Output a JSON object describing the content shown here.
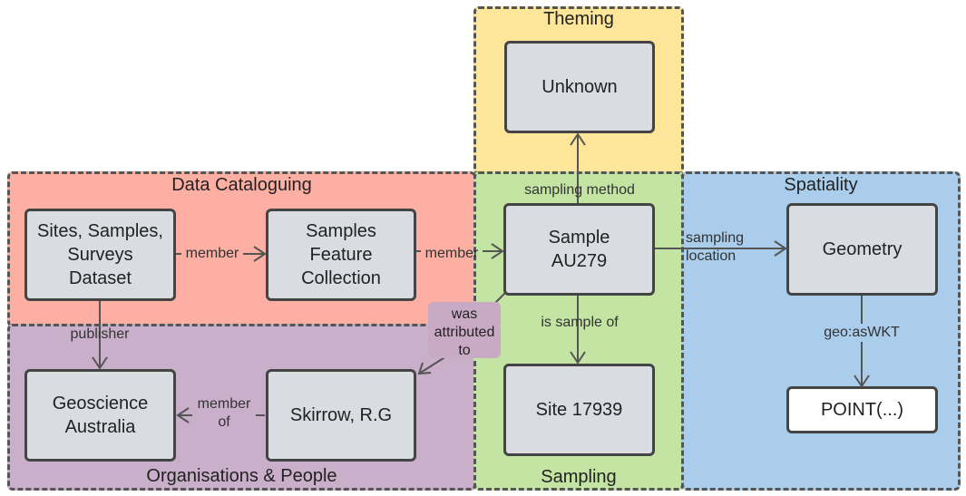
{
  "regions": {
    "theming": {
      "title": "Theming",
      "color": "#fde59a"
    },
    "data_cataloguing": {
      "title": "Data Cataloguing",
      "color": "#fdafa3"
    },
    "organisations": {
      "title": "Organisations & People",
      "color": "#c9afc9"
    },
    "sampling": {
      "title": "Sampling",
      "color": "#c3e4a3"
    },
    "spatiality": {
      "title": "Spatiality",
      "color": "#a9cdea"
    }
  },
  "nodes": {
    "unknown": "Unknown",
    "dataset": "Sites, Samples,\nSurveys\nDataset",
    "feature_collection": "Samples\nFeature\nCollection",
    "sample": "Sample\nAU279",
    "geometry": "Geometry",
    "geoscience": "Geoscience\nAustralia",
    "skirrow": "Skirrow, R.G",
    "site": "Site 17939",
    "point": "POINT(...)"
  },
  "edges": {
    "member1": "member",
    "member2": "member",
    "sampling_method": "sampling method",
    "sampling_location": "sampling\nlocation",
    "publisher": "publisher",
    "member_of": "member\nof",
    "is_sample_of": "is sample of",
    "was_attributed_to": "was\nattributed\nto",
    "geo_aswkt": "geo:asWKT"
  }
}
